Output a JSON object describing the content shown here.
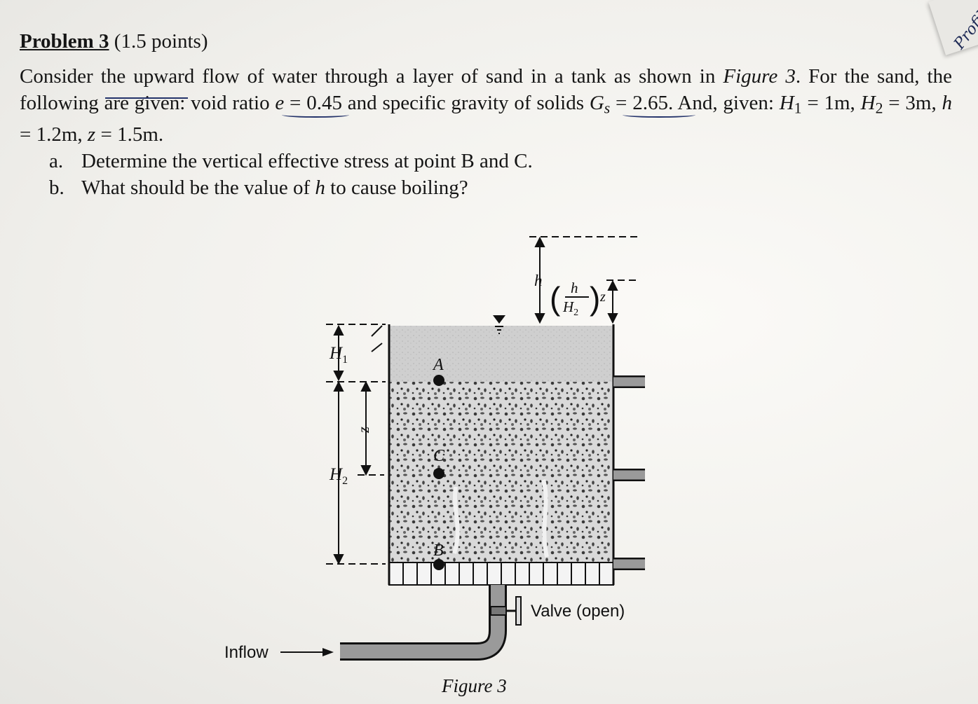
{
  "corner": {
    "text": "Profile"
  },
  "problem": {
    "title": "Problem 3",
    "points": "(1.5 points)",
    "intro_1": "Consider the upward flow of water through a layer of sand in a tank as shown in ",
    "intro_fig": "Figure 3",
    "intro_2": ". For the sand, the following are given: void ratio ",
    "e_label": "e",
    "e_value": " = 0.45",
    "intro_3": " and specific gravity of solids ",
    "gs_label": "G",
    "gs_sub": "s",
    "gs_value": " = 2.65",
    "intro_4": ". And, given: ",
    "h1_label": "H",
    "h1_sub": "1",
    "h1_value": " = 1m, ",
    "h2_label": "H",
    "h2_sub": "2",
    "h2_value": " = 3m, ",
    "h_label": "h",
    "h_value": " = 1.2m, ",
    "z_label": "z",
    "z_value": " = 1.5m.",
    "questions": [
      {
        "label": "a.",
        "text": "Determine the vertical effective stress at point B and C."
      },
      {
        "label": "b.",
        "text_1": "What should be the value of ",
        "var": "h",
        "text_2": " to cause boiling?"
      }
    ]
  },
  "figure": {
    "caption": "Figure 3",
    "inflow": "Inflow",
    "valve": "Valve (open)",
    "point_a": "A",
    "point_b": "B",
    "point_c": "C",
    "dim_h1": "H",
    "dim_h1_sub": "1",
    "dim_h2": "H",
    "dim_h2_sub": "2",
    "dim_z": "z",
    "dim_h": "h",
    "frac_num": "h",
    "frac_den": "H",
    "frac_den_sub": "2",
    "frac_z": "z"
  },
  "colors": {
    "ink": "#151515",
    "pen": "#24336a",
    "water": "#bdbdbd",
    "pipe": "#9a9a9a"
  }
}
